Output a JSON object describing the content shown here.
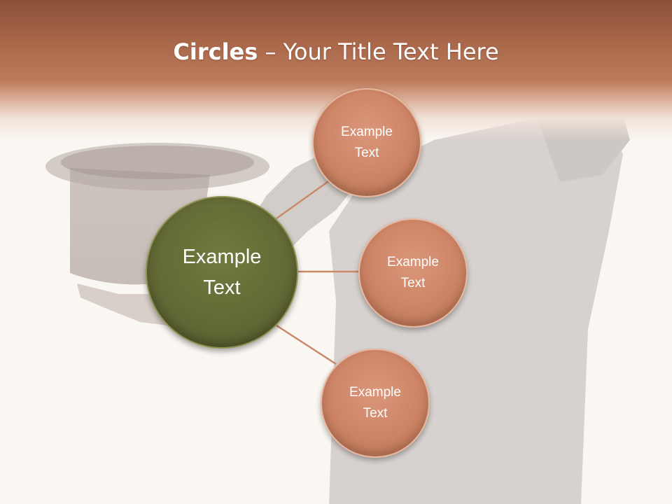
{
  "slide": {
    "title_bold": "Circles",
    "title_rest": " – Your Title Text Here"
  },
  "diagram": {
    "center": {
      "label": "Example\nText",
      "color": "#636a36"
    },
    "satellites": [
      {
        "label": "Example\nText",
        "color": "#cd8466"
      },
      {
        "label": "Example\nText",
        "color": "#cd8466"
      },
      {
        "label": "Example\nText",
        "color": "#cd8466"
      }
    ],
    "connector_color": "#c98a6b"
  },
  "background": {
    "image": "man-holding-top-hat",
    "header_color": "#a9674a"
  }
}
